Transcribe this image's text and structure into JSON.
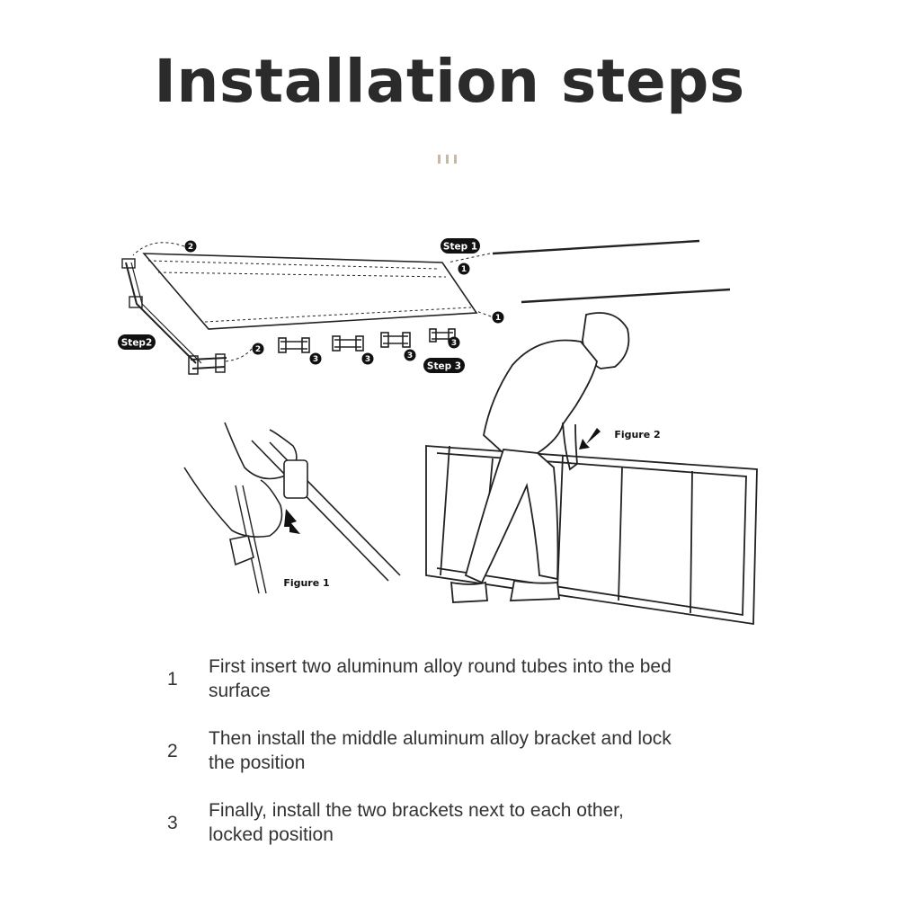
{
  "title": "Installation steps",
  "labels": {
    "step1": "Step 1",
    "step2": "Step2",
    "step3": "Step 3",
    "figure1": "Figure 1",
    "figure2": "Figure 2",
    "marker1": "1",
    "marker2": "2",
    "marker3": "3"
  },
  "steps": [
    {
      "num": "1",
      "text": "First insert two aluminum alloy round tubes into the bed surface"
    },
    {
      "num": "2",
      "text": "Then install the middle aluminum alloy bracket and lock the position"
    },
    {
      "num": "3",
      "text": "Finally, install the two brackets next to each other, locked position"
    }
  ]
}
